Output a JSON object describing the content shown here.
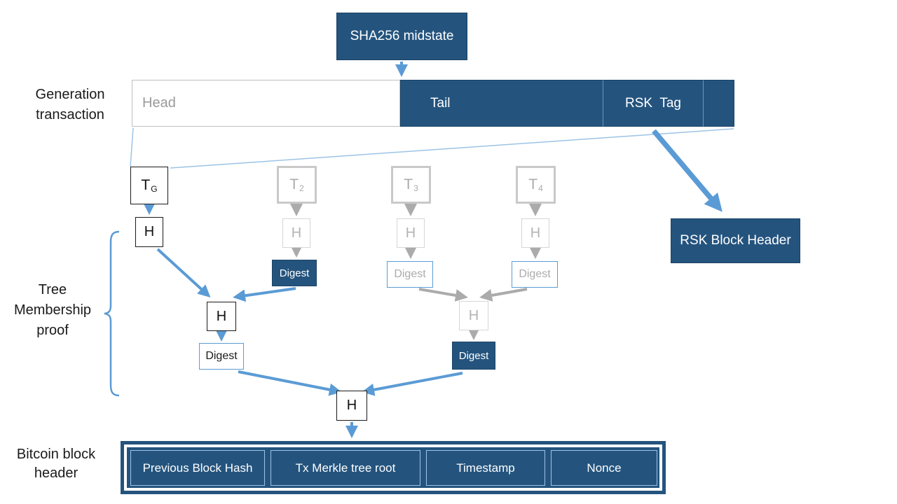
{
  "nodes": {
    "sha_midstate": "SHA256 midstate",
    "rsk_block_header": "RSK Block Header",
    "hash": "H",
    "digest": "Digest",
    "t_base": "T",
    "t_subs": {
      "g": "G",
      "t2": "2",
      "t3": "3",
      "t4": "4"
    }
  },
  "generation_transaction": {
    "label_line1": "Generation",
    "label_line2": "transaction",
    "head": "Head",
    "tail": "Tail",
    "rsk_tag": "RSK  Tag"
  },
  "side_labels": {
    "tree_line1": "Tree",
    "tree_line2": "Membership",
    "tree_line3": "proof",
    "bitcoin_line1": "Bitcoin block",
    "bitcoin_line2": "header"
  },
  "bitcoin_block_header": {
    "fields": [
      "Previous Block Hash",
      "Tx Merkle tree root",
      "Timestamp",
      "Nonce"
    ]
  },
  "colors": {
    "dark_blue": "#24547E",
    "arrow_blue": "#5B9BD5",
    "thin_line_blue": "#9DC3E6",
    "gray_arrow": "#ABABAB",
    "gray_text": "#A6A6A6"
  }
}
